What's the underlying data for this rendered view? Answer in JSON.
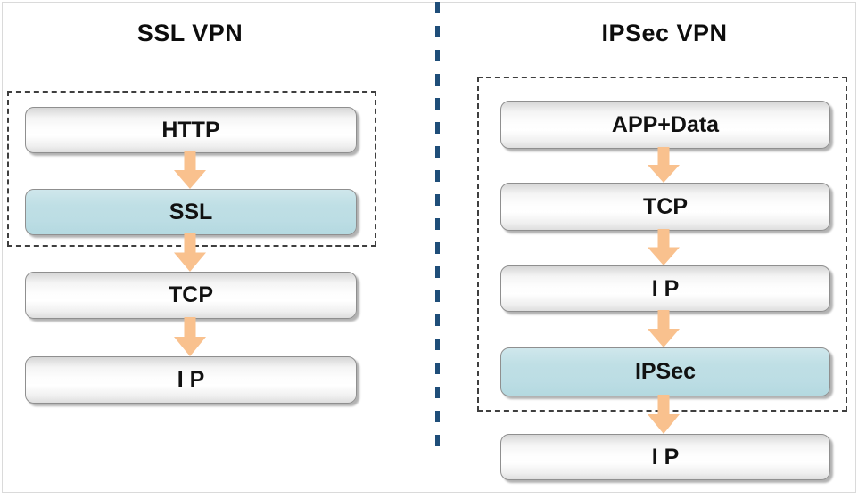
{
  "diagram": {
    "left": {
      "title": "SSL VPN",
      "layers": [
        {
          "label": "HTTP"
        },
        {
          "label": "SSL"
        },
        {
          "label": "TCP"
        },
        {
          "label": "I P"
        }
      ]
    },
    "right": {
      "title": "IPSec VPN",
      "layers": [
        {
          "label": "APP+Data"
        },
        {
          "label": "TCP"
        },
        {
          "label": "I P"
        },
        {
          "label": "IPSec"
        },
        {
          "label": "I P"
        }
      ]
    },
    "colors": {
      "highlight_fill": "#bcdde4",
      "arrow_fill": "#f9c18e",
      "divider_blue": "#1f4e79",
      "dashed_border": "#3f3f3f"
    }
  }
}
